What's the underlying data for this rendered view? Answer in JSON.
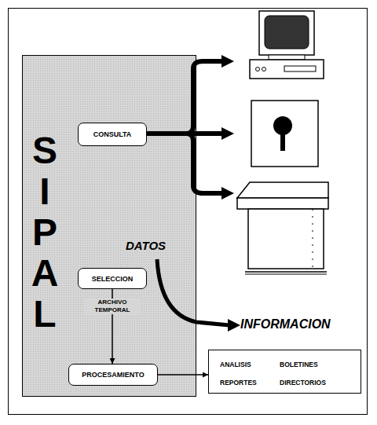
{
  "diagram": {
    "nodes": [
      {
        "text": [
          "SIPAL"
        ]
      },
      {
        "text": [
          "CONSULTA"
        ],
        "in": 0
      },
      {
        "text": [
          "SELECCION"
        ],
        "in": 0
      },
      {
        "text": [
          "PROCESAMIENTO"
        ],
        "in": 0
      },
      {
        "text": [
          "ANALISIS",
          "BOLETINES",
          "REPORTES",
          "DIRECTORIOS"
        ]
      }
    ],
    "edges": [
      {
        "from": 2,
        "to": 3,
        "label": "ARCHIVO TEMPORAL",
        "arrow": "to"
      },
      {
        "from": 3,
        "to": 4,
        "arrow": "to"
      }
    ],
    "labels": [
      "DATOS",
      "INFORMACION"
    ]
  }
}
